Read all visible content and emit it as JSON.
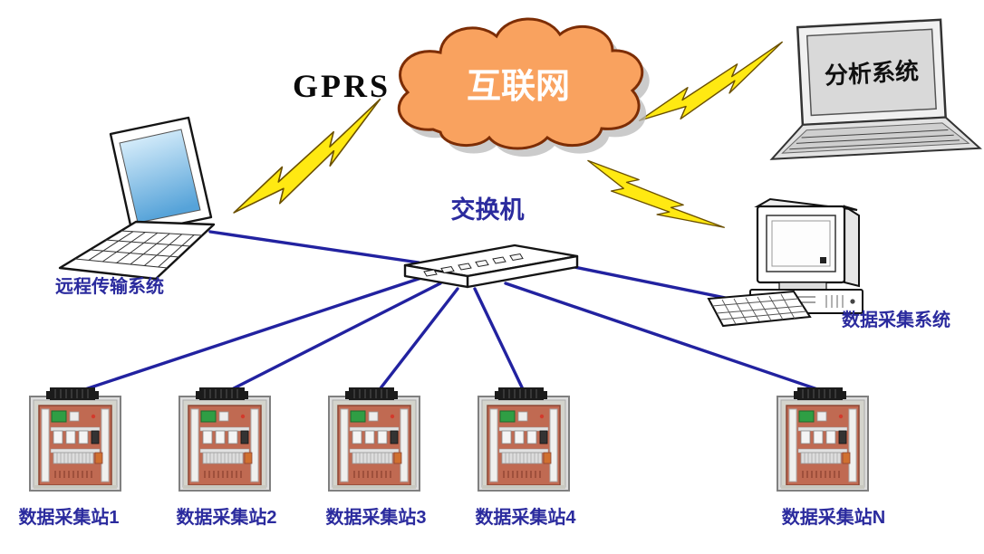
{
  "diagram": {
    "gprs_label": "GPRS",
    "internet_label": "互联网",
    "switch_label": "交换机",
    "remote_system_label": "远程传输系统",
    "analysis_system_label": "分析系统",
    "daq_system_label": "数据采集系统",
    "stations": [
      {
        "label": "数据采集站1"
      },
      {
        "label": "数据采集站2"
      },
      {
        "label": "数据采集站3"
      },
      {
        "label": "数据采集站4"
      },
      {
        "label": "数据采集站N"
      }
    ],
    "colors": {
      "cloud_fill": "#F9A25F",
      "cloud_stroke": "#7C2D05",
      "lightning_fill": "#FFE912",
      "connection_line": "#2222A0",
      "label_text": "#2B2B9E"
    }
  }
}
